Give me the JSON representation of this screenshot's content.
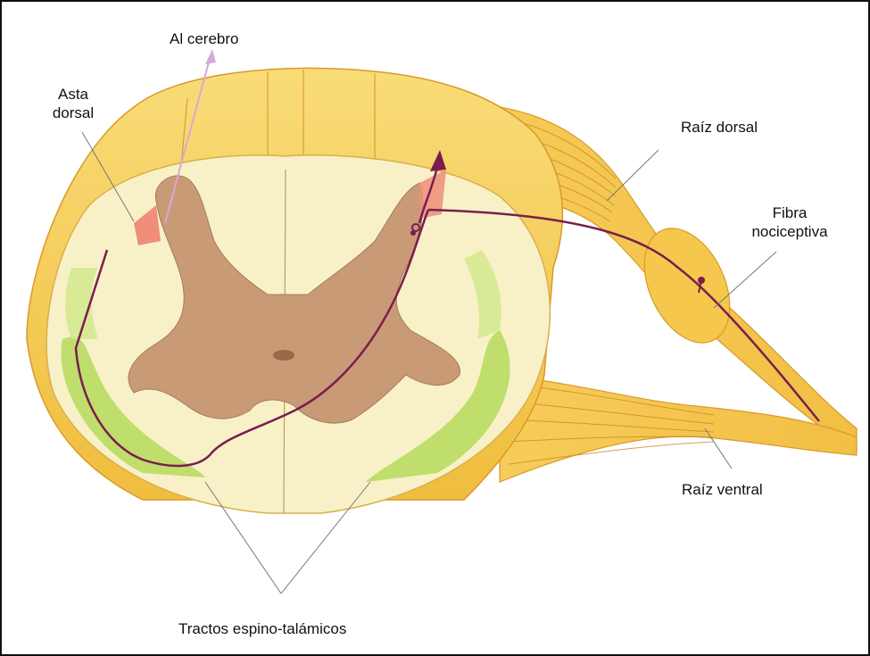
{
  "labels": {
    "al_cerebro": "Al cerebro",
    "asta_dorsal_1": "Asta",
    "asta_dorsal_2": "dorsal",
    "raiz_dorsal": "Raíz dorsal",
    "fibra_1": "Fibra",
    "fibra_2": "nociceptiva",
    "raiz_ventral": "Raíz ventral",
    "tractos": "Tractos espino-talámicos"
  },
  "colors": {
    "cord_yellow": "#f5c94e",
    "cord_light": "#f8f0c8",
    "gray_matter": "#c99a76",
    "tract_green": "#b8dc62",
    "dorsal_horn_red": "#ef8e7a",
    "nerve_fiber": "#7a1e4e",
    "arrow_light": "#d9a8d6",
    "leader_line": "#777777"
  }
}
